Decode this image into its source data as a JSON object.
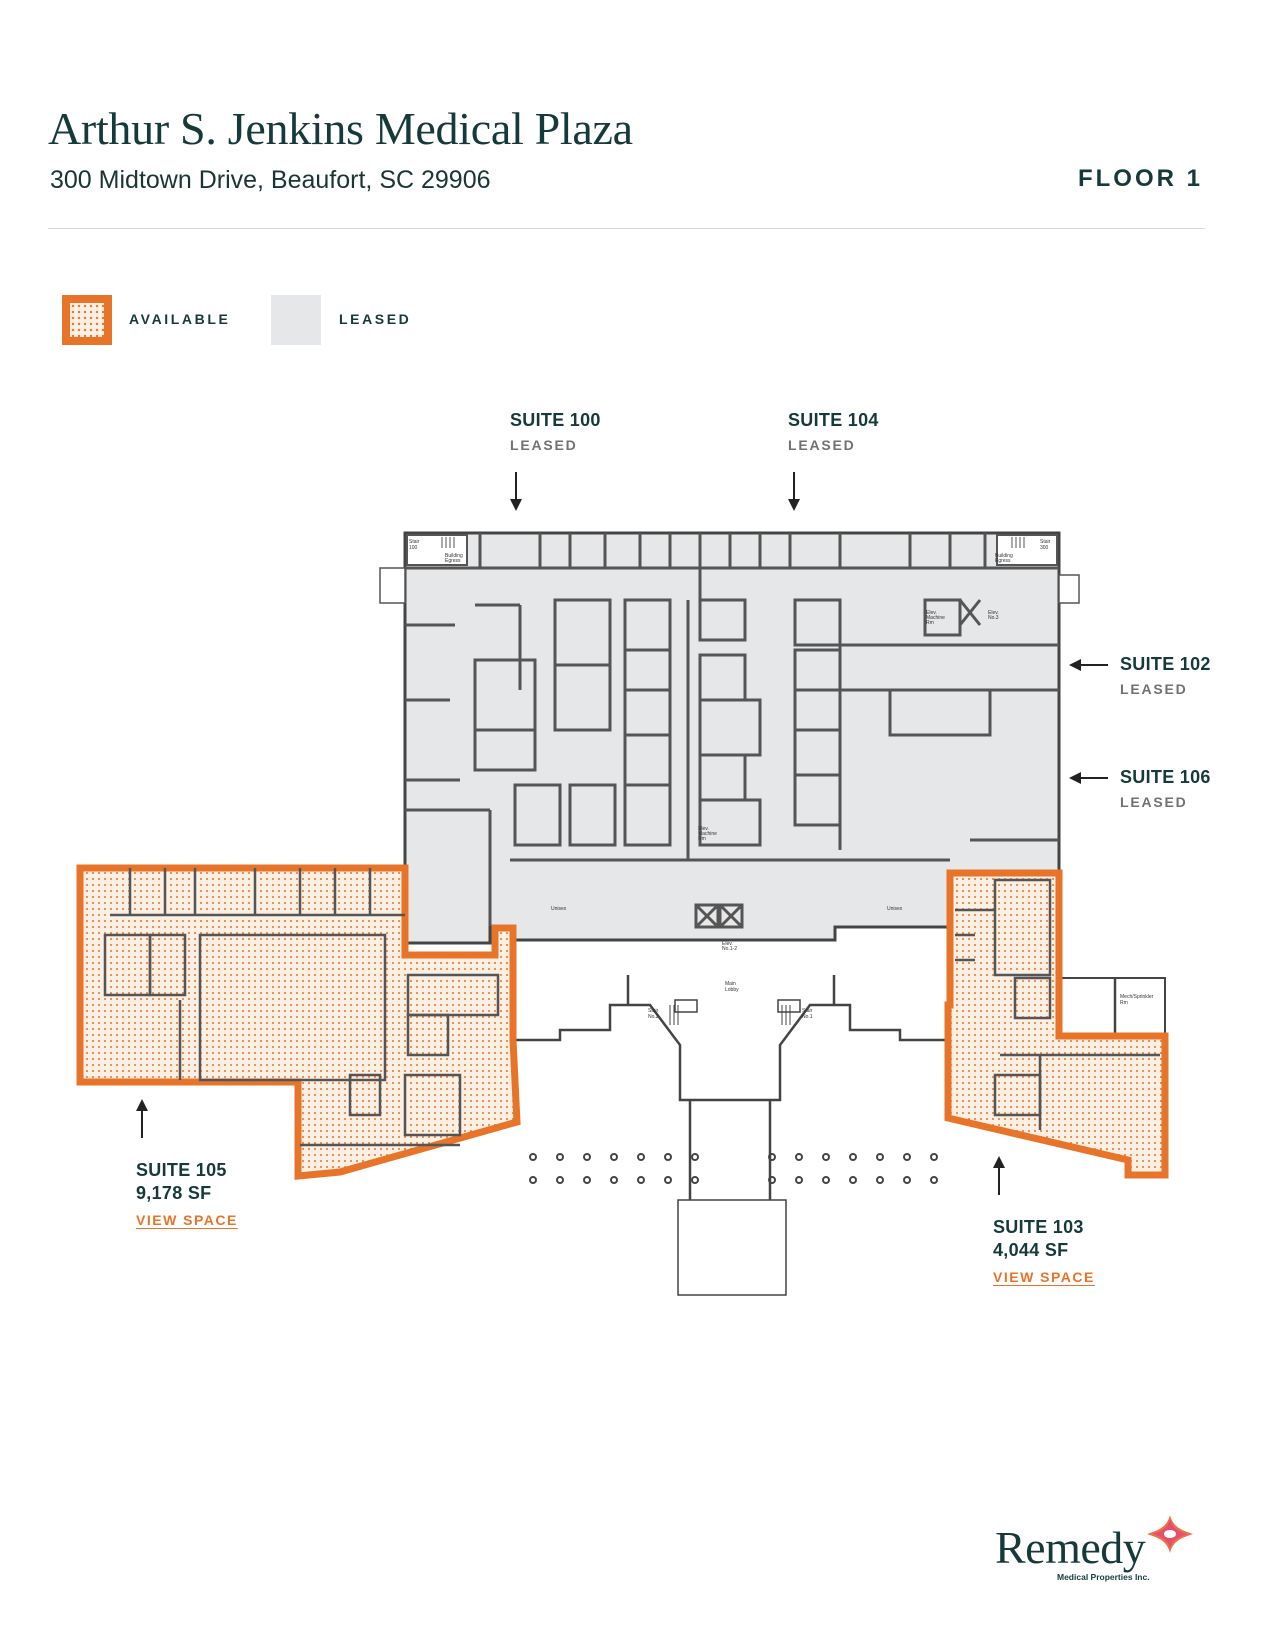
{
  "header": {
    "title": "Arthur S. Jenkins Medical Plaza",
    "address": "300 Midtown Drive, Beaufort, SC 29906",
    "floor": "FLOOR 1"
  },
  "legend": {
    "available": {
      "label": "AVAILABLE",
      "color": "#e8742a"
    },
    "leased": {
      "label": "LEASED",
      "color": "#e6e7e8"
    }
  },
  "suites": {
    "s100": {
      "name": "SUITE 100",
      "status": "LEASED"
    },
    "s104": {
      "name": "SUITE 104",
      "status": "LEASED"
    },
    "s102": {
      "name": "SUITE 102",
      "status": "LEASED"
    },
    "s106": {
      "name": "SUITE 106",
      "status": "LEASED"
    },
    "s105": {
      "name": "SUITE 105",
      "area": "9,178 SF",
      "link": "VIEW SPACE",
      "status": "AVAILABLE"
    },
    "s103": {
      "name": "SUITE 103",
      "area": "4,044 SF",
      "link": "VIEW SPACE",
      "status": "AVAILABLE"
    }
  },
  "plan_labels": {
    "stair_100": "Stair 100",
    "stair_300": "Stair 300",
    "egress": "Building Egress",
    "elev_machine": "Elev. Machine Rm",
    "elev_3": "Elev. No.3",
    "elev_12": "Elev. No.1-2",
    "main_lobby": "Main Lobby",
    "stair_2": "Stair No.2",
    "stair_1": "Stair No.1",
    "mech": "Mech/Sprinkler Rm",
    "unisex": "Unisex"
  },
  "colors": {
    "accent": "#e8742a",
    "ink": "#16393a",
    "leased_fill": "#e6e7e8",
    "wall": "#555555"
  },
  "brand": {
    "name": "Remedy",
    "subtitle": "Medical Properties Inc."
  }
}
